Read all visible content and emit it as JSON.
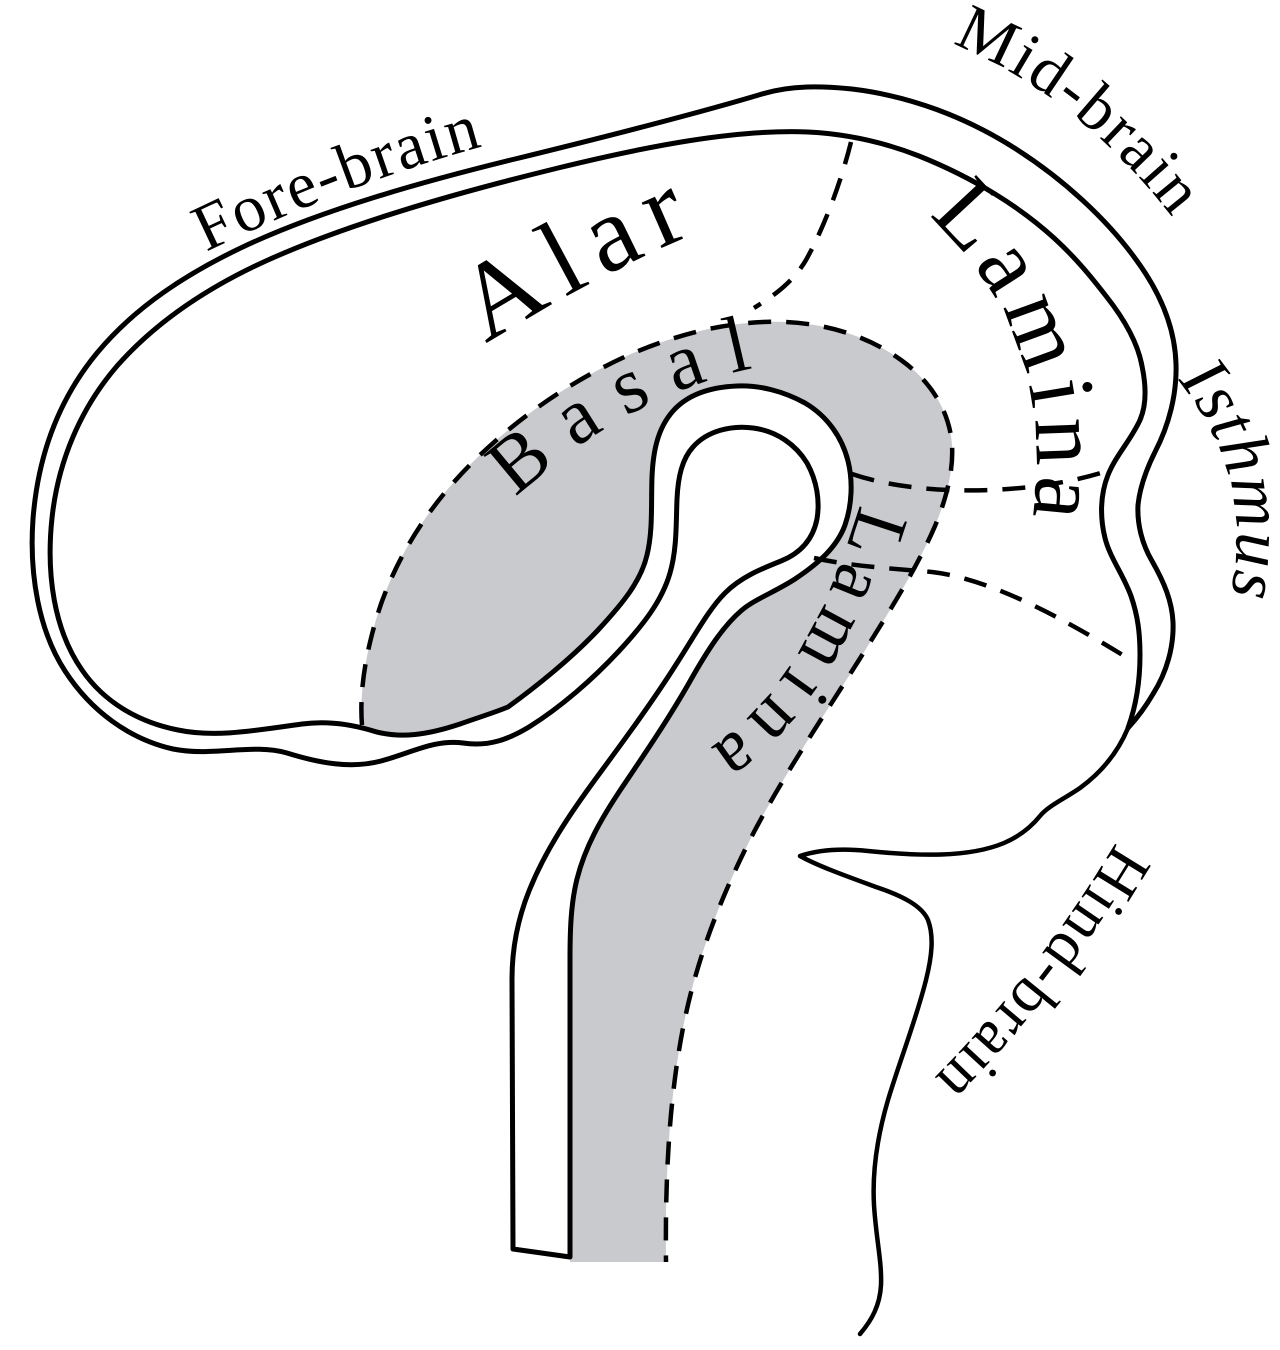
{
  "diagram": {
    "kind": "embryonic-brain-sagittal-diagram",
    "labels": {
      "fore_brain": "Fore-brain",
      "mid_brain": "Mid-brain",
      "isthmus": "Isthmus",
      "hind_brain": "Hind-brain",
      "alar_word": "Alar",
      "alar_lamina_word": "Lamina",
      "basal_word": "Basal",
      "basal_lamina_word": "Lamina"
    },
    "colors": {
      "background": "#ffffff",
      "tube_wall_band": "#e9eaec",
      "basal_lamina_region": "#c9cacd",
      "outline": "#000000"
    }
  }
}
